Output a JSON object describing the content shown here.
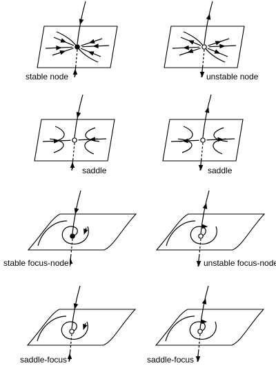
{
  "panels": [
    {
      "label": "stable node",
      "kind": "node",
      "stability": "stable"
    },
    {
      "label": "unstable node",
      "kind": "node",
      "stability": "unstable"
    },
    {
      "label": "saddle",
      "kind": "saddle",
      "stability": "saddle-a"
    },
    {
      "label": "saddle",
      "kind": "saddle",
      "stability": "saddle-b"
    },
    {
      "label": "stable focus-node",
      "kind": "focus",
      "stability": "stable"
    },
    {
      "label": "unstable focus-node",
      "kind": "focus",
      "stability": "unstable"
    },
    {
      "label": "saddle-focus",
      "kind": "focus",
      "stability": "saddle-a"
    },
    {
      "label": "saddle-focus",
      "kind": "focus",
      "stability": "saddle-b"
    }
  ]
}
